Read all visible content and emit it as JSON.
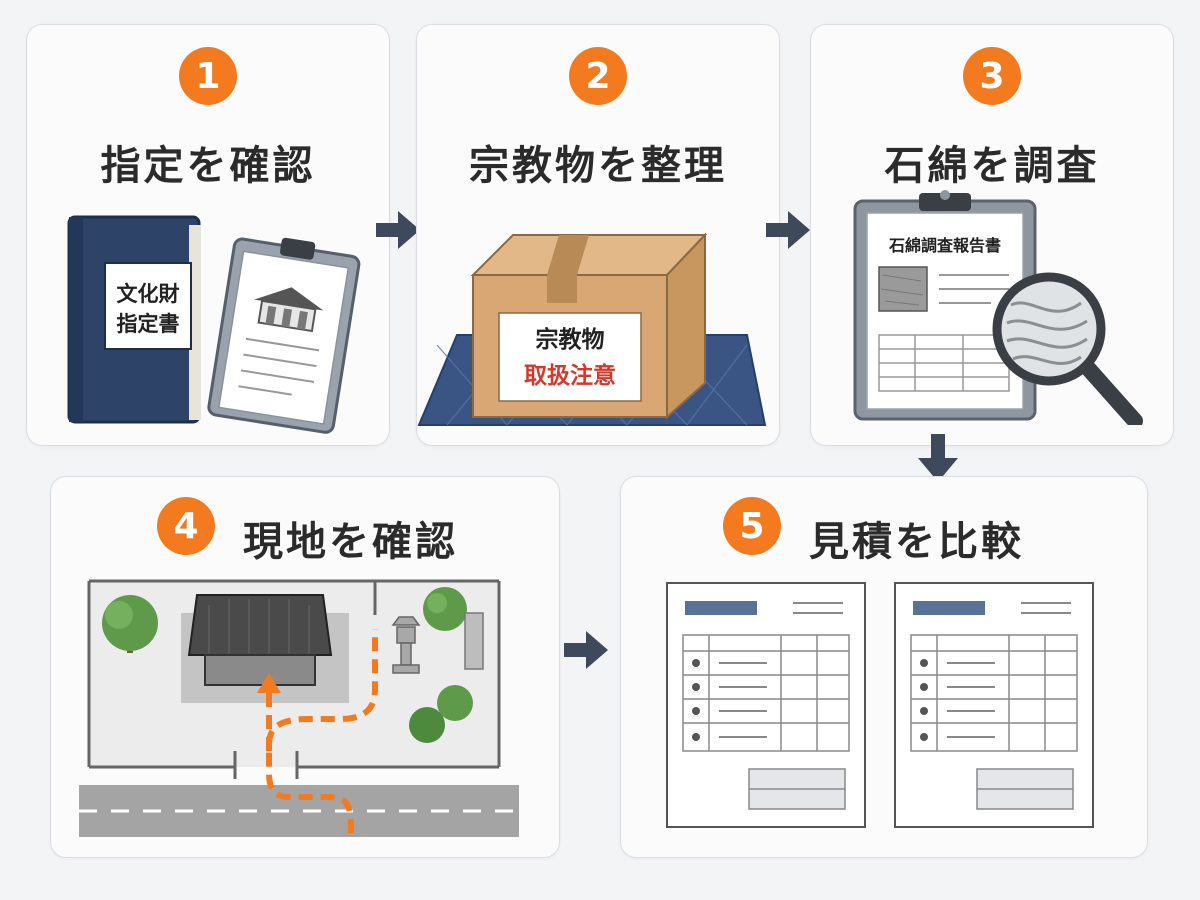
{
  "steps": [
    {
      "number": "1",
      "title": "指定を確認"
    },
    {
      "number": "2",
      "title": "宗教物を整理"
    },
    {
      "number": "3",
      "title": "石綿を調査"
    },
    {
      "number": "4",
      "title": "現地を確認"
    },
    {
      "number": "5",
      "title": "見積を比較"
    }
  ],
  "illustrations": {
    "designation_book_label_line1": "文化財",
    "designation_book_label_line2": "指定書",
    "box_label_line1": "宗教物",
    "box_label_line2": "取扱注意",
    "asbestos_report_title": "石綿調査報告書"
  },
  "colors": {
    "accent": "#f47a1f",
    "navy": "#2d4468",
    "arrow": "#3e4a5c",
    "warning_red": "#d33a2c"
  }
}
